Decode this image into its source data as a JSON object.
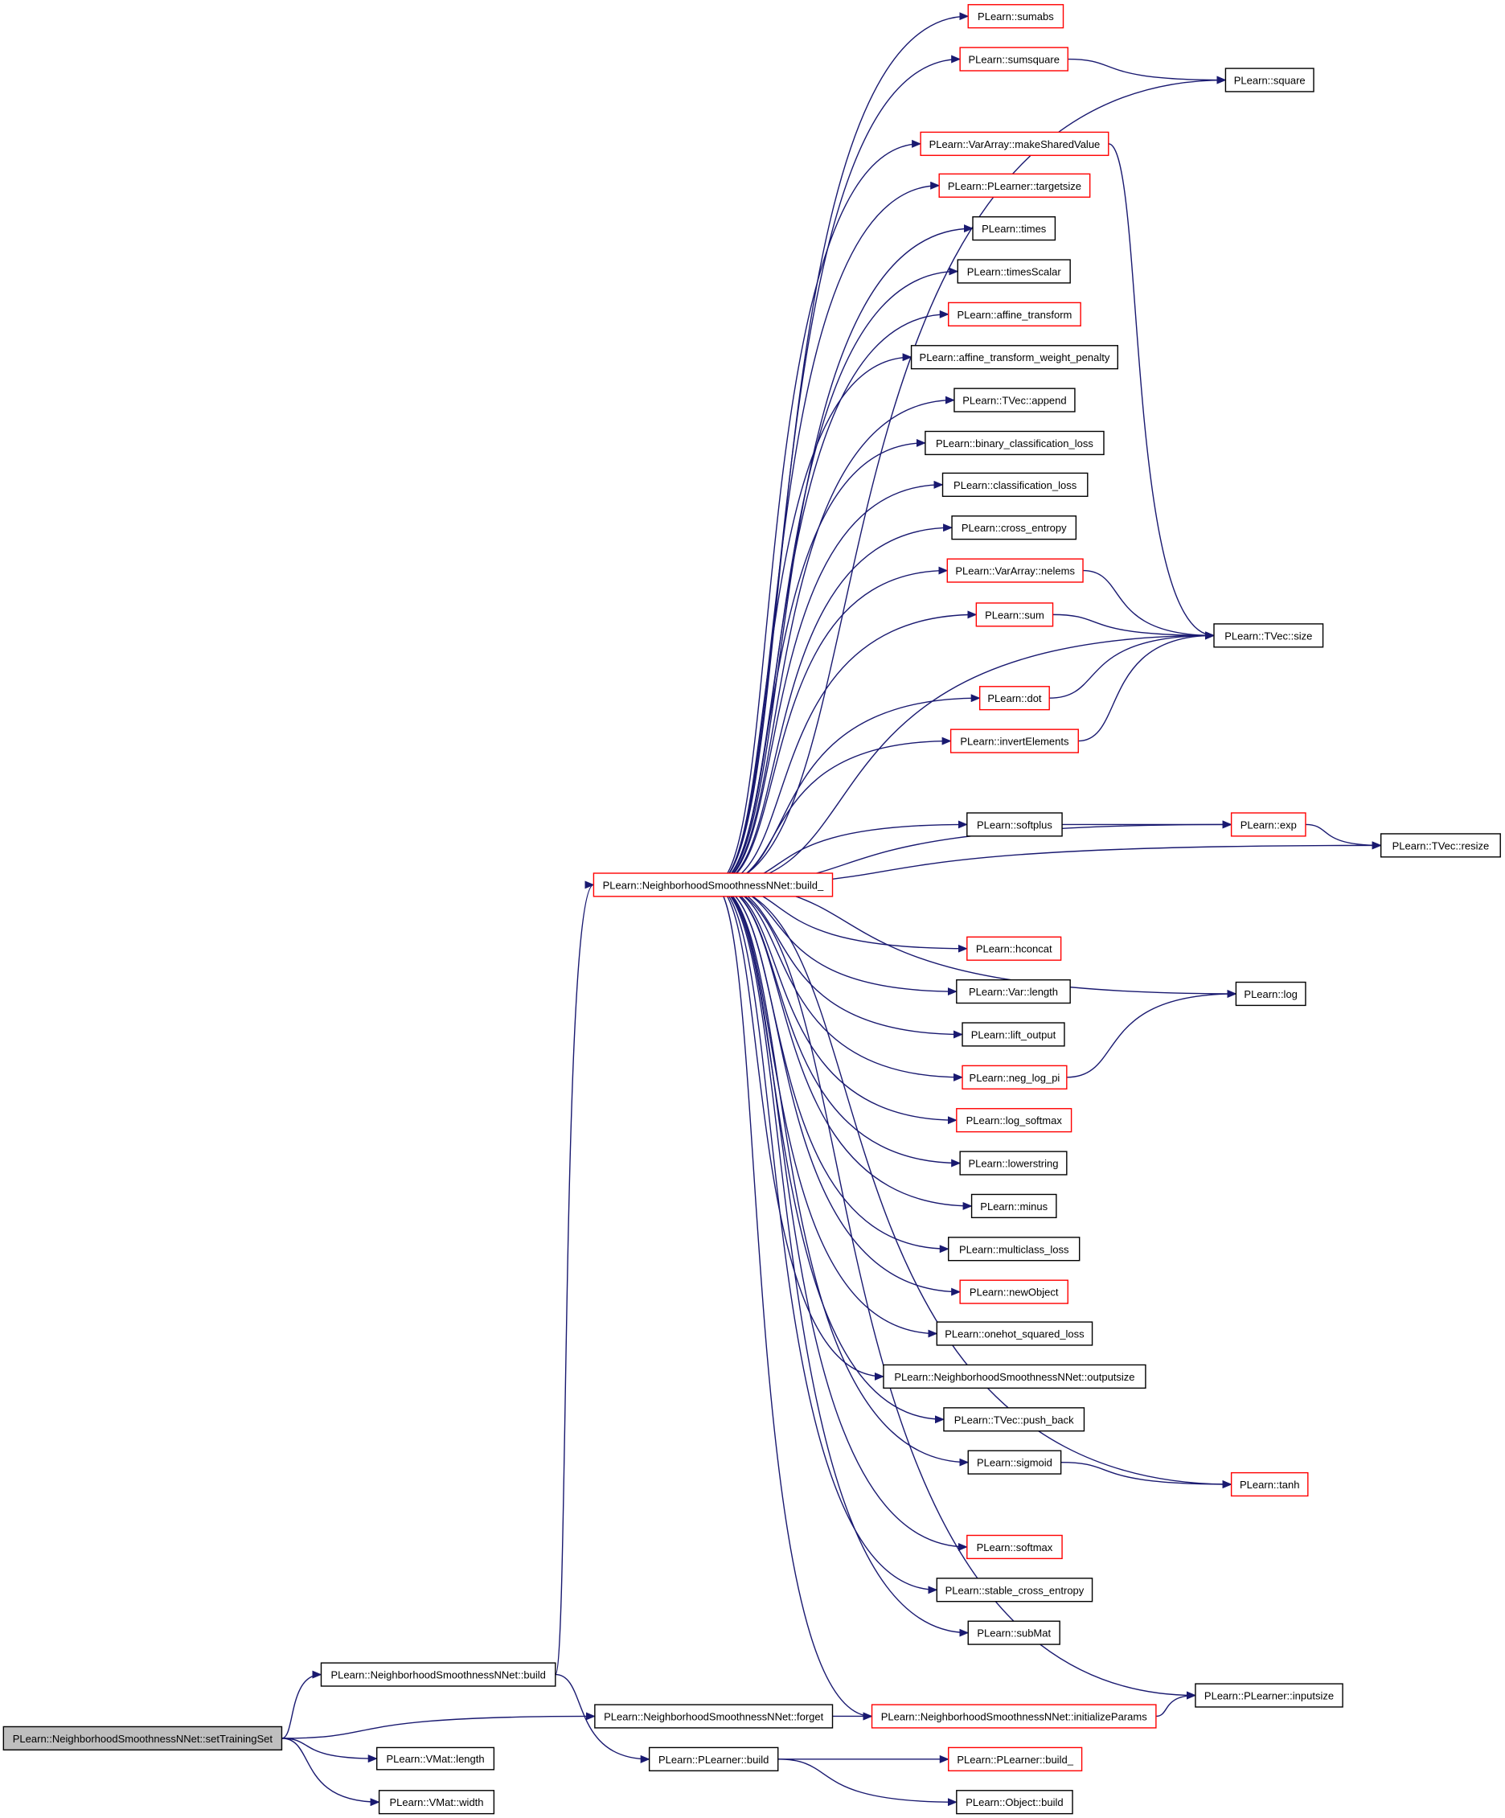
{
  "graph": {
    "nodes": [
      {
        "id": "setTrainingSet",
        "label": "PLearn::NeighborhoodSmoothnessNNet::setTrainingSet",
        "style": "root"
      },
      {
        "id": "nsn_build",
        "label": "PLearn::NeighborhoodSmoothnessNNet::build",
        "style": "plain"
      },
      {
        "id": "nsn_forget",
        "label": "PLearn::NeighborhoodSmoothnessNNet::forget",
        "style": "plain"
      },
      {
        "id": "vmat_length",
        "label": "PLearn::VMat::length",
        "style": "plain"
      },
      {
        "id": "vmat_width",
        "label": "PLearn::VMat::width",
        "style": "plain"
      },
      {
        "id": "pl_build",
        "label": "PLearn::PLearner::build",
        "style": "plain"
      },
      {
        "id": "pl_build_",
        "label": "PLearn::PLearner::build_",
        "style": "truncated"
      },
      {
        "id": "obj_build",
        "label": "PLearn::Object::build",
        "style": "plain"
      },
      {
        "id": "initParams",
        "label": "PLearn::NeighborhoodSmoothnessNNet::initializeParams",
        "style": "truncated"
      },
      {
        "id": "inputsize",
        "label": "PLearn::PLearner::inputsize",
        "style": "plain"
      },
      {
        "id": "nsn_build_",
        "label": "PLearn::NeighborhoodSmoothnessNNet::build_",
        "style": "truncated"
      },
      {
        "id": "sumabs",
        "label": "PLearn::sumabs",
        "style": "truncated"
      },
      {
        "id": "sumsquare",
        "label": "PLearn::sumsquare",
        "style": "truncated"
      },
      {
        "id": "square",
        "label": "PLearn::square",
        "style": "plain"
      },
      {
        "id": "makeShared",
        "label": "PLearn::VarArray::makeSharedValue",
        "style": "truncated"
      },
      {
        "id": "targetsize",
        "label": "PLearn::PLearner::targetsize",
        "style": "truncated"
      },
      {
        "id": "times",
        "label": "PLearn::times",
        "style": "plain"
      },
      {
        "id": "timesScalar",
        "label": "PLearn::timesScalar",
        "style": "plain"
      },
      {
        "id": "affine",
        "label": "PLearn::affine_transform",
        "style": "truncated"
      },
      {
        "id": "affine_wp",
        "label": "PLearn::affine_transform_weight_penalty",
        "style": "plain"
      },
      {
        "id": "append",
        "label": "PLearn::TVec::append",
        "style": "plain"
      },
      {
        "id": "bin_class",
        "label": "PLearn::binary_classification_loss",
        "style": "plain"
      },
      {
        "id": "class_loss",
        "label": "PLearn::classification_loss",
        "style": "plain"
      },
      {
        "id": "cross_ent",
        "label": "PLearn::cross_entropy",
        "style": "plain"
      },
      {
        "id": "nelems",
        "label": "PLearn::VarArray::nelems",
        "style": "truncated"
      },
      {
        "id": "sum",
        "label": "PLearn::sum",
        "style": "truncated"
      },
      {
        "id": "tvec_size",
        "label": "PLearn::TVec::size",
        "style": "plain"
      },
      {
        "id": "dot",
        "label": "PLearn::dot",
        "style": "truncated"
      },
      {
        "id": "invert",
        "label": "PLearn::invertElements",
        "style": "truncated"
      },
      {
        "id": "softplus",
        "label": "PLearn::softplus",
        "style": "plain"
      },
      {
        "id": "exp",
        "label": "PLearn::exp",
        "style": "truncated"
      },
      {
        "id": "resize",
        "label": "PLearn::TVec::resize",
        "style": "plain"
      },
      {
        "id": "hconcat",
        "label": "PLearn::hconcat",
        "style": "truncated"
      },
      {
        "id": "var_length",
        "label": "PLearn::Var::length",
        "style": "plain"
      },
      {
        "id": "log",
        "label": "PLearn::log",
        "style": "plain"
      },
      {
        "id": "lift",
        "label": "PLearn::lift_output",
        "style": "plain"
      },
      {
        "id": "neglogpi",
        "label": "PLearn::neg_log_pi",
        "style": "truncated"
      },
      {
        "id": "logsoftmax",
        "label": "PLearn::log_softmax",
        "style": "truncated"
      },
      {
        "id": "lowerstring",
        "label": "PLearn::lowerstring",
        "style": "plain"
      },
      {
        "id": "minus",
        "label": "PLearn::minus",
        "style": "plain"
      },
      {
        "id": "multiclass",
        "label": "PLearn::multiclass_loss",
        "style": "plain"
      },
      {
        "id": "newObject",
        "label": "PLearn::newObject",
        "style": "truncated"
      },
      {
        "id": "onehot",
        "label": "PLearn::onehot_squared_loss",
        "style": "plain"
      },
      {
        "id": "outputsize",
        "label": "PLearn::NeighborhoodSmoothnessNNet::outputsize",
        "style": "plain"
      },
      {
        "id": "push_back",
        "label": "PLearn::TVec::push_back",
        "style": "plain"
      },
      {
        "id": "sigmoid",
        "label": "PLearn::sigmoid",
        "style": "plain"
      },
      {
        "id": "tanh",
        "label": "PLearn::tanh",
        "style": "truncated"
      },
      {
        "id": "softmax",
        "label": "PLearn::softmax",
        "style": "truncated"
      },
      {
        "id": "stable_ce",
        "label": "PLearn::stable_cross_entropy",
        "style": "plain"
      },
      {
        "id": "subMat",
        "label": "PLearn::subMat",
        "style": "plain"
      }
    ],
    "edges": [
      [
        "setTrainingSet",
        "nsn_build"
      ],
      [
        "setTrainingSet",
        "nsn_forget"
      ],
      [
        "setTrainingSet",
        "vmat_length"
      ],
      [
        "setTrainingSet",
        "vmat_width"
      ],
      [
        "nsn_build",
        "nsn_build_"
      ],
      [
        "nsn_build",
        "pl_build"
      ],
      [
        "nsn_forget",
        "initParams"
      ],
      [
        "pl_build",
        "pl_build_"
      ],
      [
        "pl_build",
        "obj_build"
      ],
      [
        "initParams",
        "inputsize"
      ],
      [
        "nsn_build_",
        "sumabs"
      ],
      [
        "nsn_build_",
        "sumsquare"
      ],
      [
        "nsn_build_",
        "square"
      ],
      [
        "nsn_build_",
        "makeShared"
      ],
      [
        "nsn_build_",
        "targetsize"
      ],
      [
        "nsn_build_",
        "times"
      ],
      [
        "nsn_build_",
        "timesScalar"
      ],
      [
        "nsn_build_",
        "affine"
      ],
      [
        "nsn_build_",
        "affine_wp"
      ],
      [
        "nsn_build_",
        "append"
      ],
      [
        "nsn_build_",
        "bin_class"
      ],
      [
        "nsn_build_",
        "class_loss"
      ],
      [
        "nsn_build_",
        "cross_ent"
      ],
      [
        "nsn_build_",
        "nelems"
      ],
      [
        "nsn_build_",
        "sum"
      ],
      [
        "nsn_build_",
        "tvec_size"
      ],
      [
        "nsn_build_",
        "dot"
      ],
      [
        "nsn_build_",
        "invert"
      ],
      [
        "nsn_build_",
        "exp"
      ],
      [
        "nsn_build_",
        "softplus"
      ],
      [
        "nsn_build_",
        "resize"
      ],
      [
        "nsn_build_",
        "log"
      ],
      [
        "nsn_build_",
        "hconcat"
      ],
      [
        "nsn_build_",
        "var_length"
      ],
      [
        "nsn_build_",
        "lift"
      ],
      [
        "nsn_build_",
        "neglogpi"
      ],
      [
        "nsn_build_",
        "logsoftmax"
      ],
      [
        "nsn_build_",
        "lowerstring"
      ],
      [
        "nsn_build_",
        "minus"
      ],
      [
        "nsn_build_",
        "multiclass"
      ],
      [
        "nsn_build_",
        "newObject"
      ],
      [
        "nsn_build_",
        "onehot"
      ],
      [
        "nsn_build_",
        "outputsize"
      ],
      [
        "nsn_build_",
        "push_back"
      ],
      [
        "nsn_build_",
        "sigmoid"
      ],
      [
        "nsn_build_",
        "tanh"
      ],
      [
        "nsn_build_",
        "softmax"
      ],
      [
        "nsn_build_",
        "stable_ce"
      ],
      [
        "nsn_build_",
        "subMat"
      ],
      [
        "nsn_build_",
        "inputsize"
      ],
      [
        "nsn_build_",
        "initParams"
      ],
      [
        "sumsquare",
        "square"
      ],
      [
        "makeShared",
        "tvec_size"
      ],
      [
        "nelems",
        "tvec_size"
      ],
      [
        "sum",
        "tvec_size"
      ],
      [
        "dot",
        "tvec_size"
      ],
      [
        "invert",
        "tvec_size"
      ],
      [
        "softplus",
        "exp"
      ],
      [
        "exp",
        "resize"
      ],
      [
        "neglogpi",
        "log"
      ],
      [
        "sigmoid",
        "tanh"
      ]
    ]
  },
  "colors": {
    "edge": "#191970",
    "truncated_border": "#ff0000",
    "plain_border": "#000000",
    "root_fill": "#bfbfbf",
    "node_fill": "#ffffff"
  }
}
